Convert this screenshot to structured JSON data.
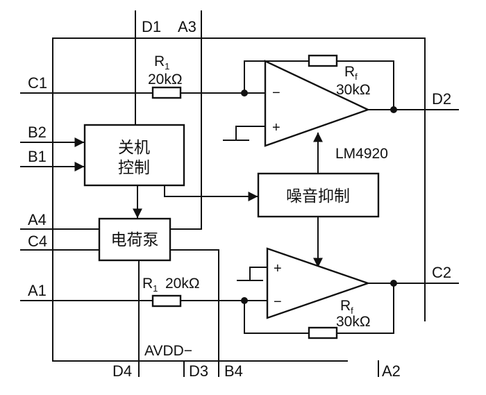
{
  "pins": {
    "d1": "D1",
    "a3": "A3",
    "c1": "C1",
    "d2": "D2",
    "b2": "B2",
    "b1": "B1",
    "a4": "A4",
    "c4": "C4",
    "a1": "A1",
    "c2": "C2",
    "d4": "D4",
    "d3": "D3",
    "b4": "B4",
    "a2": "A2"
  },
  "blocks": {
    "shutdown_line1": "关机",
    "shutdown_line2": "控制",
    "charge_pump": "电荷泵",
    "noise_suppression": "噪音抑制"
  },
  "chip_label": "LM4920",
  "supply_label": "AVDD−",
  "resistors": {
    "r1_top": {
      "name": "R",
      "sub": "1",
      "value": "20kΩ"
    },
    "rf_top": {
      "name": "R",
      "sub": "f",
      "value": "30kΩ"
    },
    "r1_bottom": {
      "name": "R",
      "sub": "1",
      "value": "20kΩ"
    },
    "rf_bottom": {
      "name": "R",
      "sub": "f",
      "value": "30kΩ"
    }
  },
  "opamp_terminals": {
    "minus": "−",
    "plus": "+"
  }
}
